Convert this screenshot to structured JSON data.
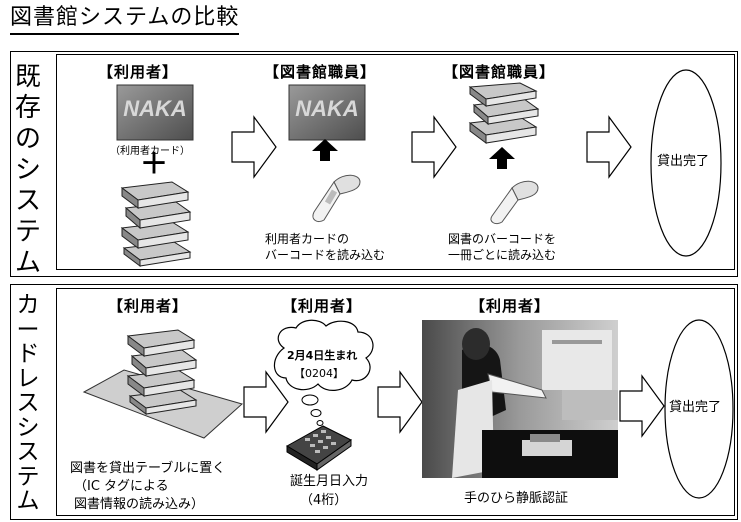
{
  "title": "図書館システムの比較",
  "section1": {
    "label": [
      "既",
      "存",
      "の",
      "シ",
      "ス",
      "テ",
      "ム"
    ],
    "role_user": "【利用者】",
    "role_staff_1": "【図書館職員】",
    "role_staff_2": "【図書館職員】",
    "card_caption": "（利用者カード）",
    "card_text": "NAKA",
    "plus": "＋",
    "scan_card_line1": "利用者カードの",
    "scan_card_line2": "バーコードを読み込む",
    "scan_book_line1": "図書のバーコードを",
    "scan_book_line2": "一冊ごとに読み込む",
    "done": "貸出完了"
  },
  "section2": {
    "label": [
      "カ",
      "ー",
      "ド",
      "レ",
      "ス",
      "シ",
      "ス",
      "テ",
      "ム"
    ],
    "role_user_1": "【利用者】",
    "role_user_2": "【利用者】",
    "role_user_3": "【利用者】",
    "place_line1": "図書を貸出テーブルに置く",
    "place_line2": "（IC タグによる",
    "place_line3": "図書情報の読み込み）",
    "bubble_line1": "2月4日生まれ",
    "bubble_line2": "【0204】",
    "birth_line1": "誕生月日入力",
    "birth_line2": "（4桁）",
    "vein": "手のひら静脈認証",
    "done": "貸出完了"
  },
  "colors": {
    "ink": "#000000",
    "paper": "#ffffff",
    "book": "#b8b8b8",
    "card": "#6a6a6a"
  }
}
